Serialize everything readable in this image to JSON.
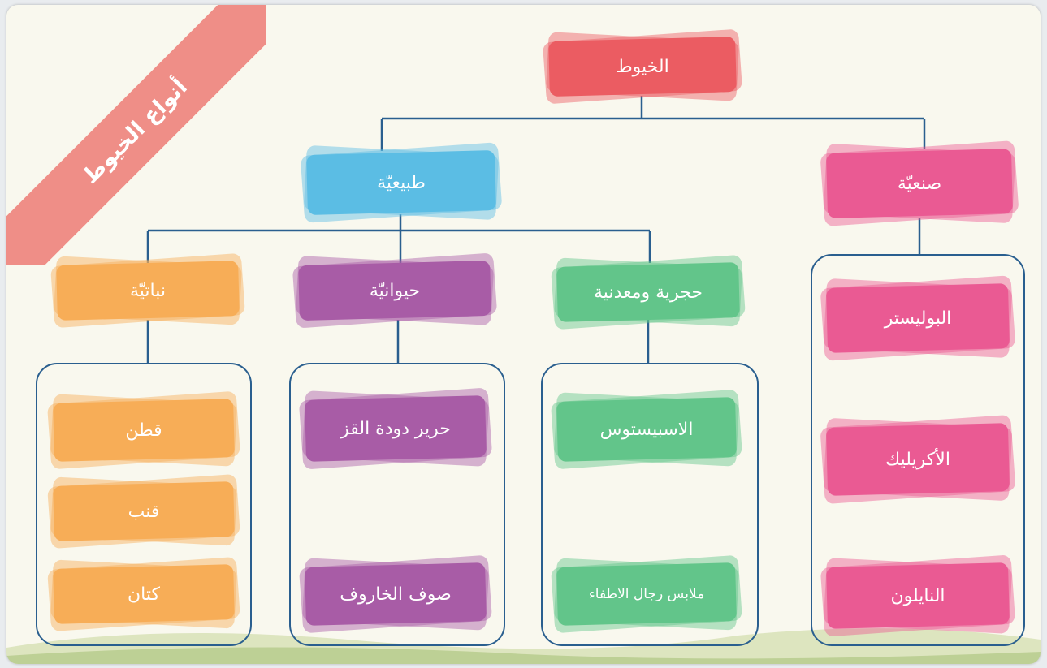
{
  "title": "أنواع الخيوط",
  "root": "الخيوط",
  "categories": {
    "synthetic": "صنعيّة",
    "natural": "طبيعيّة"
  },
  "natural_types": {
    "plant": "نباتيّة",
    "animal": "حيوانيّة",
    "mineral": "حجرية ومعدنية"
  },
  "examples": {
    "synthetic": [
      "البوليستر",
      "الأكريليك",
      "النايلون"
    ],
    "plant": [
      "قطن",
      "قنب",
      "كتان"
    ],
    "animal": [
      "حرير دودة القز",
      "صوف الخاروف"
    ],
    "mineral": [
      "الاسبيستوس",
      "ملابس رجال الاطفاء"
    ]
  },
  "colors": {
    "root": "#eb5c62",
    "synthetic": "#ea5a93",
    "natural": "#5bbde4",
    "plant": "#f7ad57",
    "animal": "#a85ca6",
    "mineral": "#62c58a",
    "lines": "#2a5f8f",
    "ribbon": "#ef8e87",
    "background": "#f9f8ee"
  }
}
